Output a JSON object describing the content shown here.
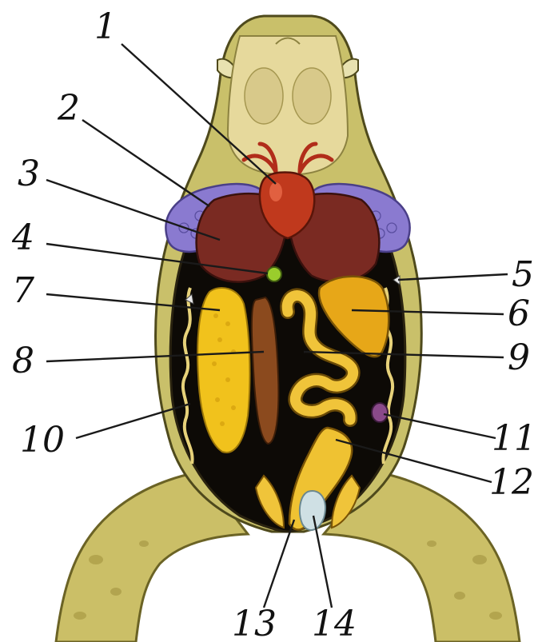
{
  "figure": {
    "subject": "frog-internal-anatomy",
    "labels": [
      {
        "id": "1",
        "text": "1"
      },
      {
        "id": "2",
        "text": "2"
      },
      {
        "id": "3",
        "text": "3"
      },
      {
        "id": "4",
        "text": "4"
      },
      {
        "id": "5",
        "text": "5"
      },
      {
        "id": "6",
        "text": "6"
      },
      {
        "id": "7",
        "text": "7"
      },
      {
        "id": "8",
        "text": "8"
      },
      {
        "id": "9",
        "text": "9"
      },
      {
        "id": "10",
        "text": "10"
      },
      {
        "id": "11",
        "text": "11"
      },
      {
        "id": "12",
        "text": "12"
      },
      {
        "id": "13",
        "text": "13"
      },
      {
        "id": "14",
        "text": "14"
      }
    ]
  },
  "colors": {
    "skin": "#c9c06a",
    "skin_dark": "#9a9140",
    "throat": "#e8dca0",
    "cavity": "#0d0a06",
    "heart": "#c0391d",
    "liver": "#7a2a22",
    "lung": "#8a7ad0",
    "gall": "#9acd2c",
    "fat": "#f1c21c",
    "spleen": "#8a4a8a",
    "kidney": "#8b4a1e"
  }
}
